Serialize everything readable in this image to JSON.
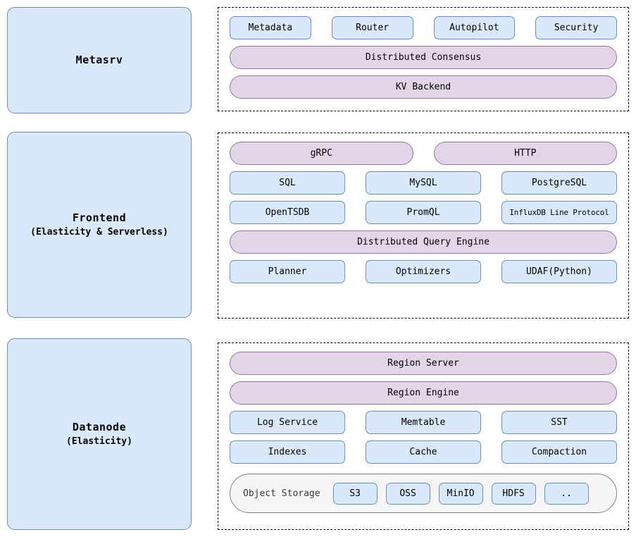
{
  "colors": {
    "blue_fill": "#dae8fc",
    "blue_stroke": "#6c8ebf",
    "purple_fill": "#e1d5e7",
    "purple_stroke": "#9673a6",
    "grey_fill": "#f5f5f5",
    "grey_stroke": "#808080",
    "dashed_stroke": "#000000",
    "page_bg": "#ffffff"
  },
  "sections": [
    {
      "id": "metasrv",
      "role": {
        "title": "Metasrv",
        "subtitle": ""
      },
      "rows": [
        {
          "kind": "chips",
          "items": [
            {
              "label": "Metadata"
            },
            {
              "label": "Router"
            },
            {
              "label": "Autopilot"
            },
            {
              "label": "Security"
            }
          ]
        },
        {
          "kind": "pills",
          "items": [
            {
              "label": "Distributed Consensus"
            }
          ]
        },
        {
          "kind": "pills",
          "items": [
            {
              "label": "KV Backend"
            }
          ]
        }
      ]
    },
    {
      "id": "frontend",
      "role": {
        "title": "Frontend",
        "subtitle": "(Elasticity & Serverless)"
      },
      "rows": [
        {
          "kind": "pills",
          "items": [
            {
              "label": "gRPC"
            },
            {
              "label": "HTTP"
            }
          ]
        },
        {
          "kind": "chips",
          "items": [
            {
              "label": "SQL"
            },
            {
              "label": "MySQL"
            },
            {
              "label": "PostgreSQL"
            }
          ]
        },
        {
          "kind": "chips",
          "items": [
            {
              "label": "OpenTSDB"
            },
            {
              "label": "PromQL"
            },
            {
              "label": "InfluxDB Line Protocol",
              "small": true
            }
          ]
        },
        {
          "kind": "pills",
          "items": [
            {
              "label": "Distributed Query Engine"
            }
          ]
        },
        {
          "kind": "chips",
          "items": [
            {
              "label": "Planner"
            },
            {
              "label": "Optimizers"
            },
            {
              "label": "UDAF(Python)"
            }
          ]
        }
      ]
    },
    {
      "id": "datanode",
      "role": {
        "title": "Datanode",
        "subtitle": "(Elasticity)"
      },
      "rows": [
        {
          "kind": "pills",
          "items": [
            {
              "label": "Region Server"
            }
          ]
        },
        {
          "kind": "pills",
          "items": [
            {
              "label": "Region Engine"
            }
          ]
        },
        {
          "kind": "chips",
          "items": [
            {
              "label": "Log Service"
            },
            {
              "label": "Memtable"
            },
            {
              "label": "SST"
            }
          ]
        },
        {
          "kind": "chips",
          "items": [
            {
              "label": "Indexes"
            },
            {
              "label": "Cache"
            },
            {
              "label": "Compaction"
            }
          ]
        }
      ],
      "storage": {
        "label": "Object Storage",
        "providers": [
          "S3",
          "OSS",
          "MinIO",
          "HDFS",
          ".."
        ]
      }
    }
  ]
}
